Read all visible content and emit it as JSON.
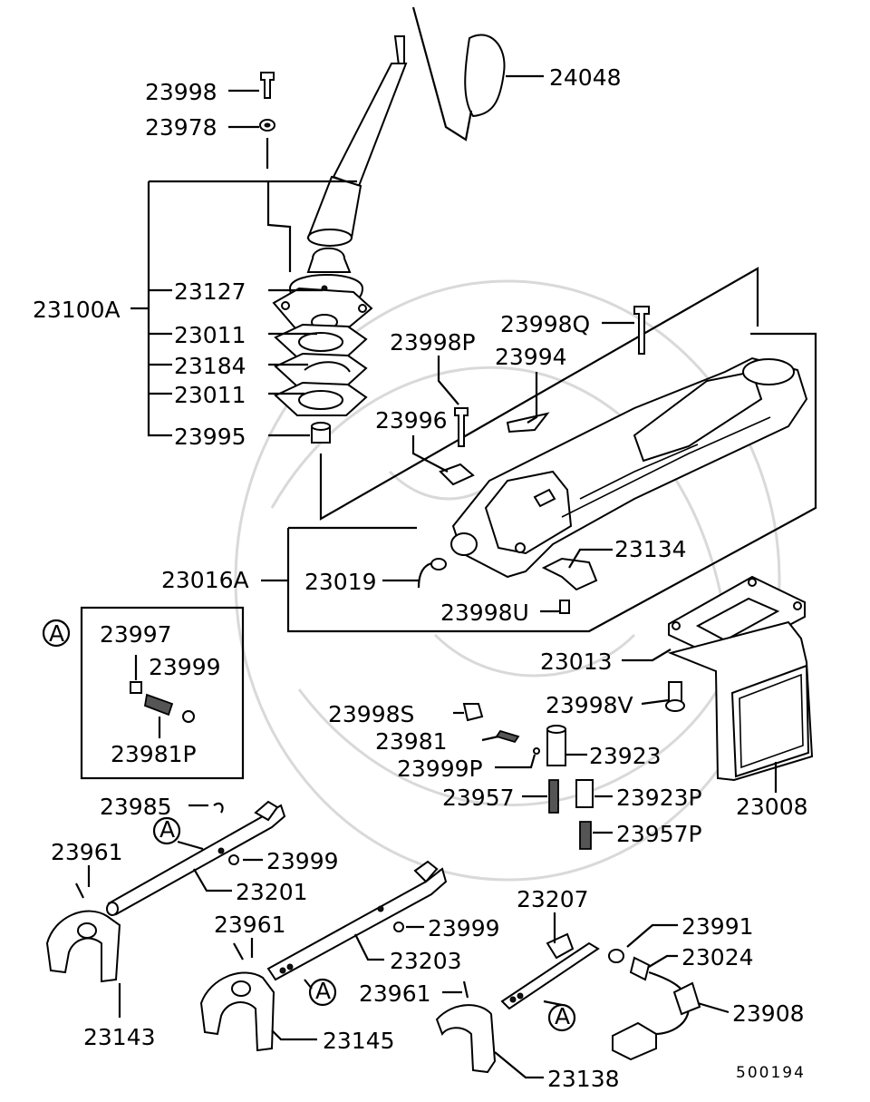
{
  "diagram": {
    "drawing_number": "500194",
    "callout_letter": "A",
    "parts": {
      "p24048": "24048",
      "p23998": "23998",
      "p23978": "23978",
      "p23100A": "23100A",
      "p23127": "23127",
      "p23011a": "23011",
      "p23184": "23184",
      "p23011b": "23011",
      "p23995": "23995",
      "p23998Q": "23998Q",
      "p23998P": "23998P",
      "p23994": "23994",
      "p23996": "23996",
      "p23016A": "23016A",
      "p23019": "23019",
      "p23134": "23134",
      "p23998U": "23998U",
      "p23013": "23013",
      "p23997": "23997",
      "p23999a": "23999",
      "p23981P": "23981P",
      "p23998S": "23998S",
      "p23998V": "23998V",
      "p23981": "23981",
      "p23999P": "23999P",
      "p23923": "23923",
      "p23957": "23957",
      "p23923P": "23923P",
      "p23008": "23008",
      "p23957P": "23957P",
      "p23985": "23985",
      "p23961a": "23961",
      "p23999b": "23999",
      "p23201": "23201",
      "p23961b": "23961",
      "p23999c": "23999",
      "p23203": "23203",
      "p23207": "23207",
      "p23991": "23991",
      "p23024": "23024",
      "p23961c": "23961",
      "p23908": "23908",
      "p23143": "23143",
      "p23145": "23145",
      "p23138": "23138"
    }
  }
}
